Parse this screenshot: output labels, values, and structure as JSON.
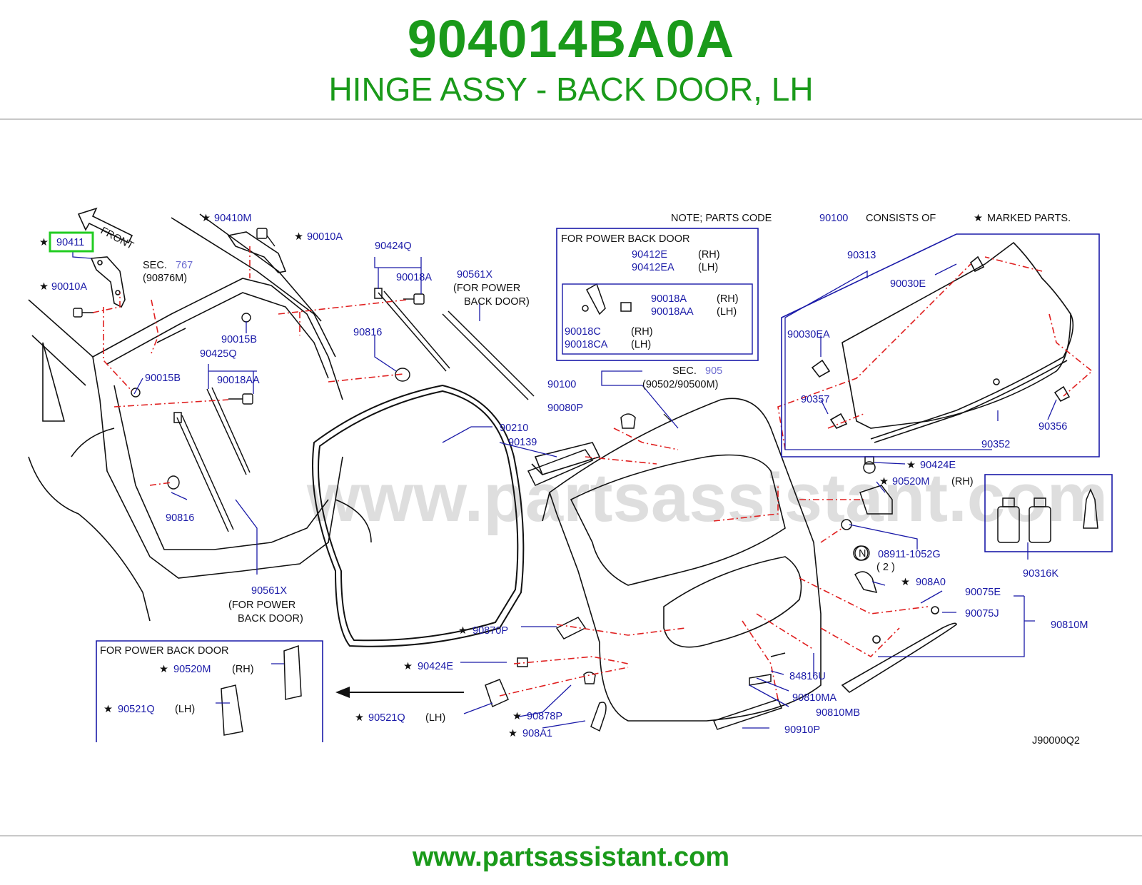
{
  "header": {
    "part_number": "904014BA0A",
    "part_description": "HINGE ASSY - BACK DOOR, LH"
  },
  "footer": {
    "url": "www.partsassistant.com"
  },
  "watermark": "www.partsassistant.com",
  "colors": {
    "brand_green": "#1a9a1a",
    "label_blue": "#1a1aa8",
    "callout_red": "#e02020",
    "highlight_green": "#22cc22"
  },
  "diagram": {
    "front": "FRONT",
    "star": "★",
    "note": {
      "prefix": "NOTE;  PARTS  CODE",
      "code": "90100",
      "mid": "CONSISTS  OF",
      "suffix": "MARKED  PARTS."
    },
    "sec767": {
      "label": "SEC.",
      "num": "767",
      "ref": "(90876M)"
    },
    "sec905": {
      "label": "SEC.",
      "num": "905",
      "ref": "(90502/90500M)"
    },
    "power_box_top": {
      "title": "FOR  POWER  BACK  DOOR",
      "p1": "90412E",
      "p1s": "(RH)",
      "p2": "90412EA",
      "p2s": "(LH)",
      "p3": "90018A",
      "p3s": "(RH)",
      "p4": "90018AA",
      "p4s": "(LH)",
      "p5": "90018C",
      "p5s": "(RH)",
      "p6": "90018CA",
      "p6s": "(LH)"
    },
    "power_box_bottom": {
      "title": "FOR  POWER  BACK  DOOR",
      "p1": "90520M",
      "p1s": "(RH)",
      "p2": "90521Q",
      "p2s": "(LH)"
    },
    "for_power_1": "(FOR  POWER",
    "for_power_2": "BACK  DOOR)",
    "n_symbol": "N",
    "two": "( 2 )",
    "rh": "(RH)",
    "lh": "(LH)",
    "labels": {
      "p90411": "90411",
      "p90010A_l": "90010A",
      "p90410M": "90410M",
      "p90010A_t": "90010A",
      "p90424Q": "90424Q",
      "p90018A": "90018A",
      "p90561X_t": "90561X",
      "p90015B_1": "90015B",
      "p90015B_2": "90015B",
      "p90425Q": "90425Q",
      "p90018AA": "90018AA",
      "p90816_1": "90816",
      "p90816_2": "90816",
      "p90561X_b": "90561X",
      "p90100": "90100",
      "p90080P": "90080P",
      "p90210": "90210",
      "p90139": "90139",
      "p90313": "90313",
      "p90030E": "90030E",
      "p90030EA": "90030EA",
      "p90357": "90357",
      "p90356": "90356",
      "p90352": "90352",
      "p90424E_r": "90424E",
      "p90520M_r": "90520M",
      "p08911": "08911-1052G",
      "p908A0": "908A0",
      "p90075E": "90075E",
      "p90075J": "90075J",
      "p90810M": "90810M",
      "p90316K": "90316K",
      "p90870P": "90870P",
      "p90424E_l": "90424E",
      "p84816U": "84816U",
      "p90810MA": "90810MA",
      "p90810MB": "90810MB",
      "p90910P": "90910P",
      "p90521Q_b": "90521Q",
      "p90878P": "90878P",
      "p908A1": "908A1",
      "code": "J90000Q2"
    }
  }
}
